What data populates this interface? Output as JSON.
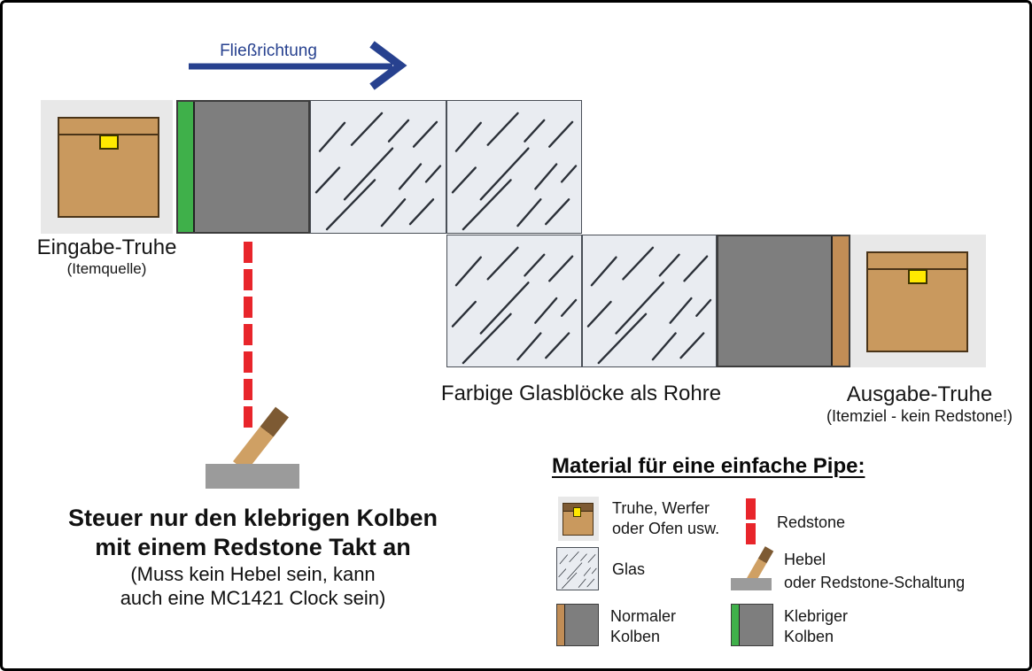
{
  "colors": {
    "blue": "#27418f",
    "red": "#e8252b",
    "green": "#3fb04a",
    "tan": "#c9995e",
    "tan2": "#c18d56",
    "tan_dark": "#7d5a33",
    "stick_tan": "#cfa064",
    "gray_piston": "#7e7e7e",
    "gray_light": "#e8e8e8",
    "glass_bg": "#e9ecf1",
    "lever_gray": "#9b9b9b",
    "yellow": "#ffe900"
  },
  "flow_arrow": {
    "label": "Fließrichtung",
    "icon": "arrow-right-icon"
  },
  "diagram": {
    "input_chest": {
      "label": "Eingabe-Truhe",
      "sublabel": "(Itemquelle)",
      "icon": "chest-icon"
    },
    "output_chest": {
      "label": "Ausgabe-Truhe",
      "sublabel": "(Itemziel - kein Redstone!)",
      "icon": "chest-icon"
    },
    "glass_label": "Farbige Glasblöcke als Rohre",
    "redstone_icon": "redstone-dashed-line-icon",
    "lever_icon": "lever-icon"
  },
  "note": {
    "line1": "Steuer nur den klebrigen Kolben",
    "line2": "mit einem Redstone Takt an",
    "line3": "(Muss kein Hebel sein, kann",
    "line4": "auch eine MC1421 Clock sein)"
  },
  "legend": {
    "title": "Material für eine einfache Pipe:",
    "items": [
      {
        "icon": "chest-icon",
        "label1": "Truhe, Werfer",
        "label2": "oder Ofen usw."
      },
      {
        "icon": "glass-block-icon",
        "label1": "Glas",
        "label2": ""
      },
      {
        "icon": "normal-piston-icon",
        "label1": "Normaler",
        "label2": "Kolben"
      },
      {
        "icon": "redstone-icon",
        "label1": "Redstone",
        "label2": ""
      },
      {
        "icon": "lever-icon",
        "label1": "Hebel",
        "label2": "oder Redstone-Schaltung"
      },
      {
        "icon": "sticky-piston-icon",
        "label1": "Klebriger",
        "label2": "Kolben"
      }
    ]
  }
}
